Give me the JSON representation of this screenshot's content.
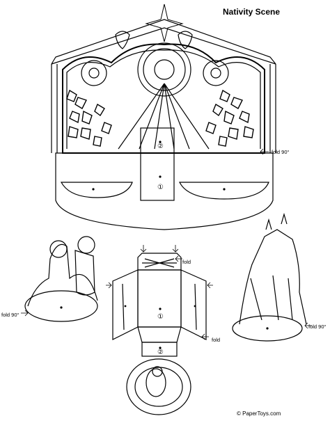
{
  "title": "Nativity Scene",
  "fold_labels": {
    "top_right": "fold 90°",
    "left_figures": "fold 90°",
    "right_figures": "fold 90°",
    "manger_top": "fold",
    "manger_bottom": "fold"
  },
  "markers": {
    "one": "①",
    "two": "②"
  },
  "credit": "© PaperToys.com"
}
